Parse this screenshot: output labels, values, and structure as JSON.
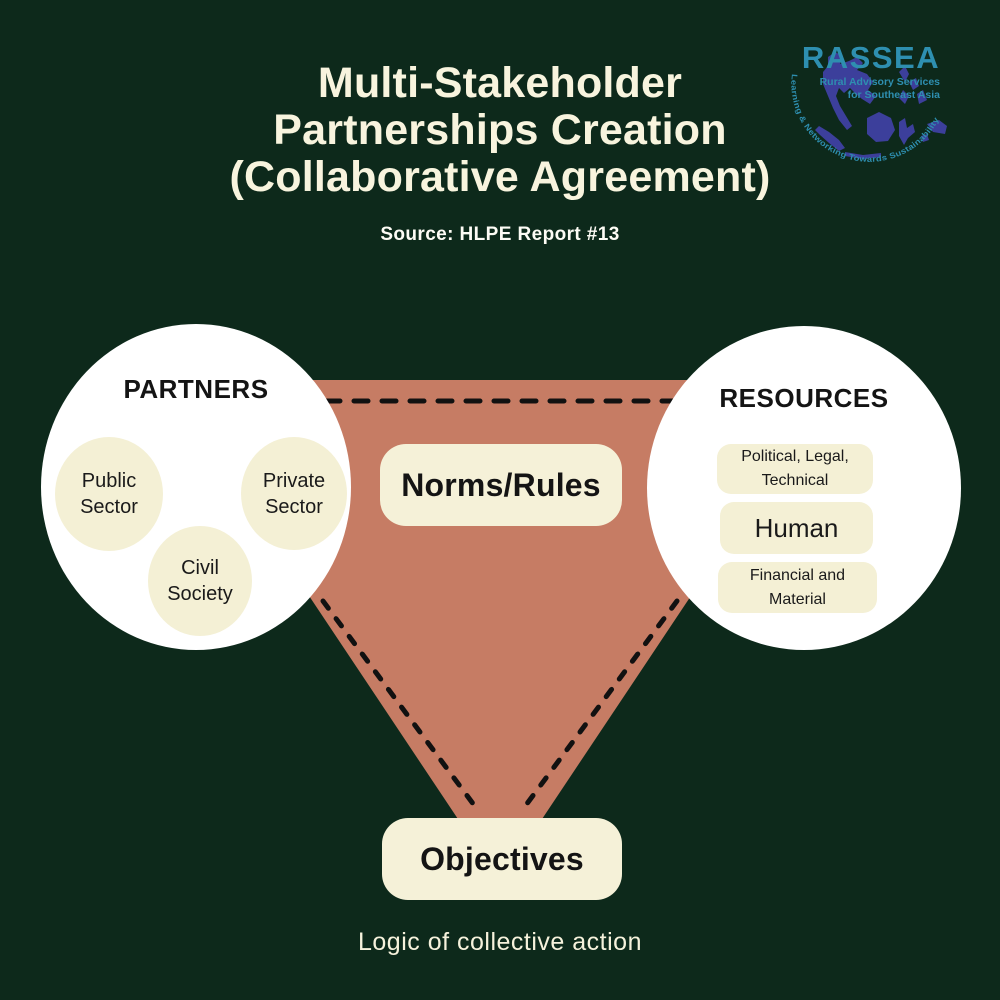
{
  "title": {
    "line1": "Multi-Stakeholder",
    "line2": "Partnerships Creation",
    "line3": "(Collaborative Agreement)"
  },
  "source": "Source: HLPE Report #13",
  "logo": {
    "name": "RASSEA",
    "tagline1": "Rural Advisory Services",
    "tagline2": "for Southeast Asia",
    "arc_text": "Learning & Networking Towards Sustainability"
  },
  "partners": {
    "heading": "PARTNERS",
    "items": [
      {
        "line1": "Public",
        "line2": "Sector"
      },
      {
        "line1": "Private",
        "line2": "Sector"
      },
      {
        "line1": "Civil",
        "line2": "Society"
      }
    ]
  },
  "resources": {
    "heading": "RESOURCES",
    "boxes": [
      {
        "line1": "Political, Legal,",
        "line2": "Technical"
      },
      {
        "line1": "Human"
      },
      {
        "line1": "Financial and",
        "line2": "Material"
      }
    ]
  },
  "center": {
    "norms_rules": "Norms/Rules",
    "objectives": "Objectives"
  },
  "caption": "Logic of collective action",
  "colors": {
    "background": "#0d291b",
    "triangle": "#c67c64",
    "circle_white": "#ffffff",
    "cream": "#f4f0d5",
    "title_text": "#f8f4de",
    "dark_text": "#141414",
    "dashed_line": "#111111",
    "logo_teal": "#2e8fb0",
    "logo_map": "#3c3f9b"
  }
}
